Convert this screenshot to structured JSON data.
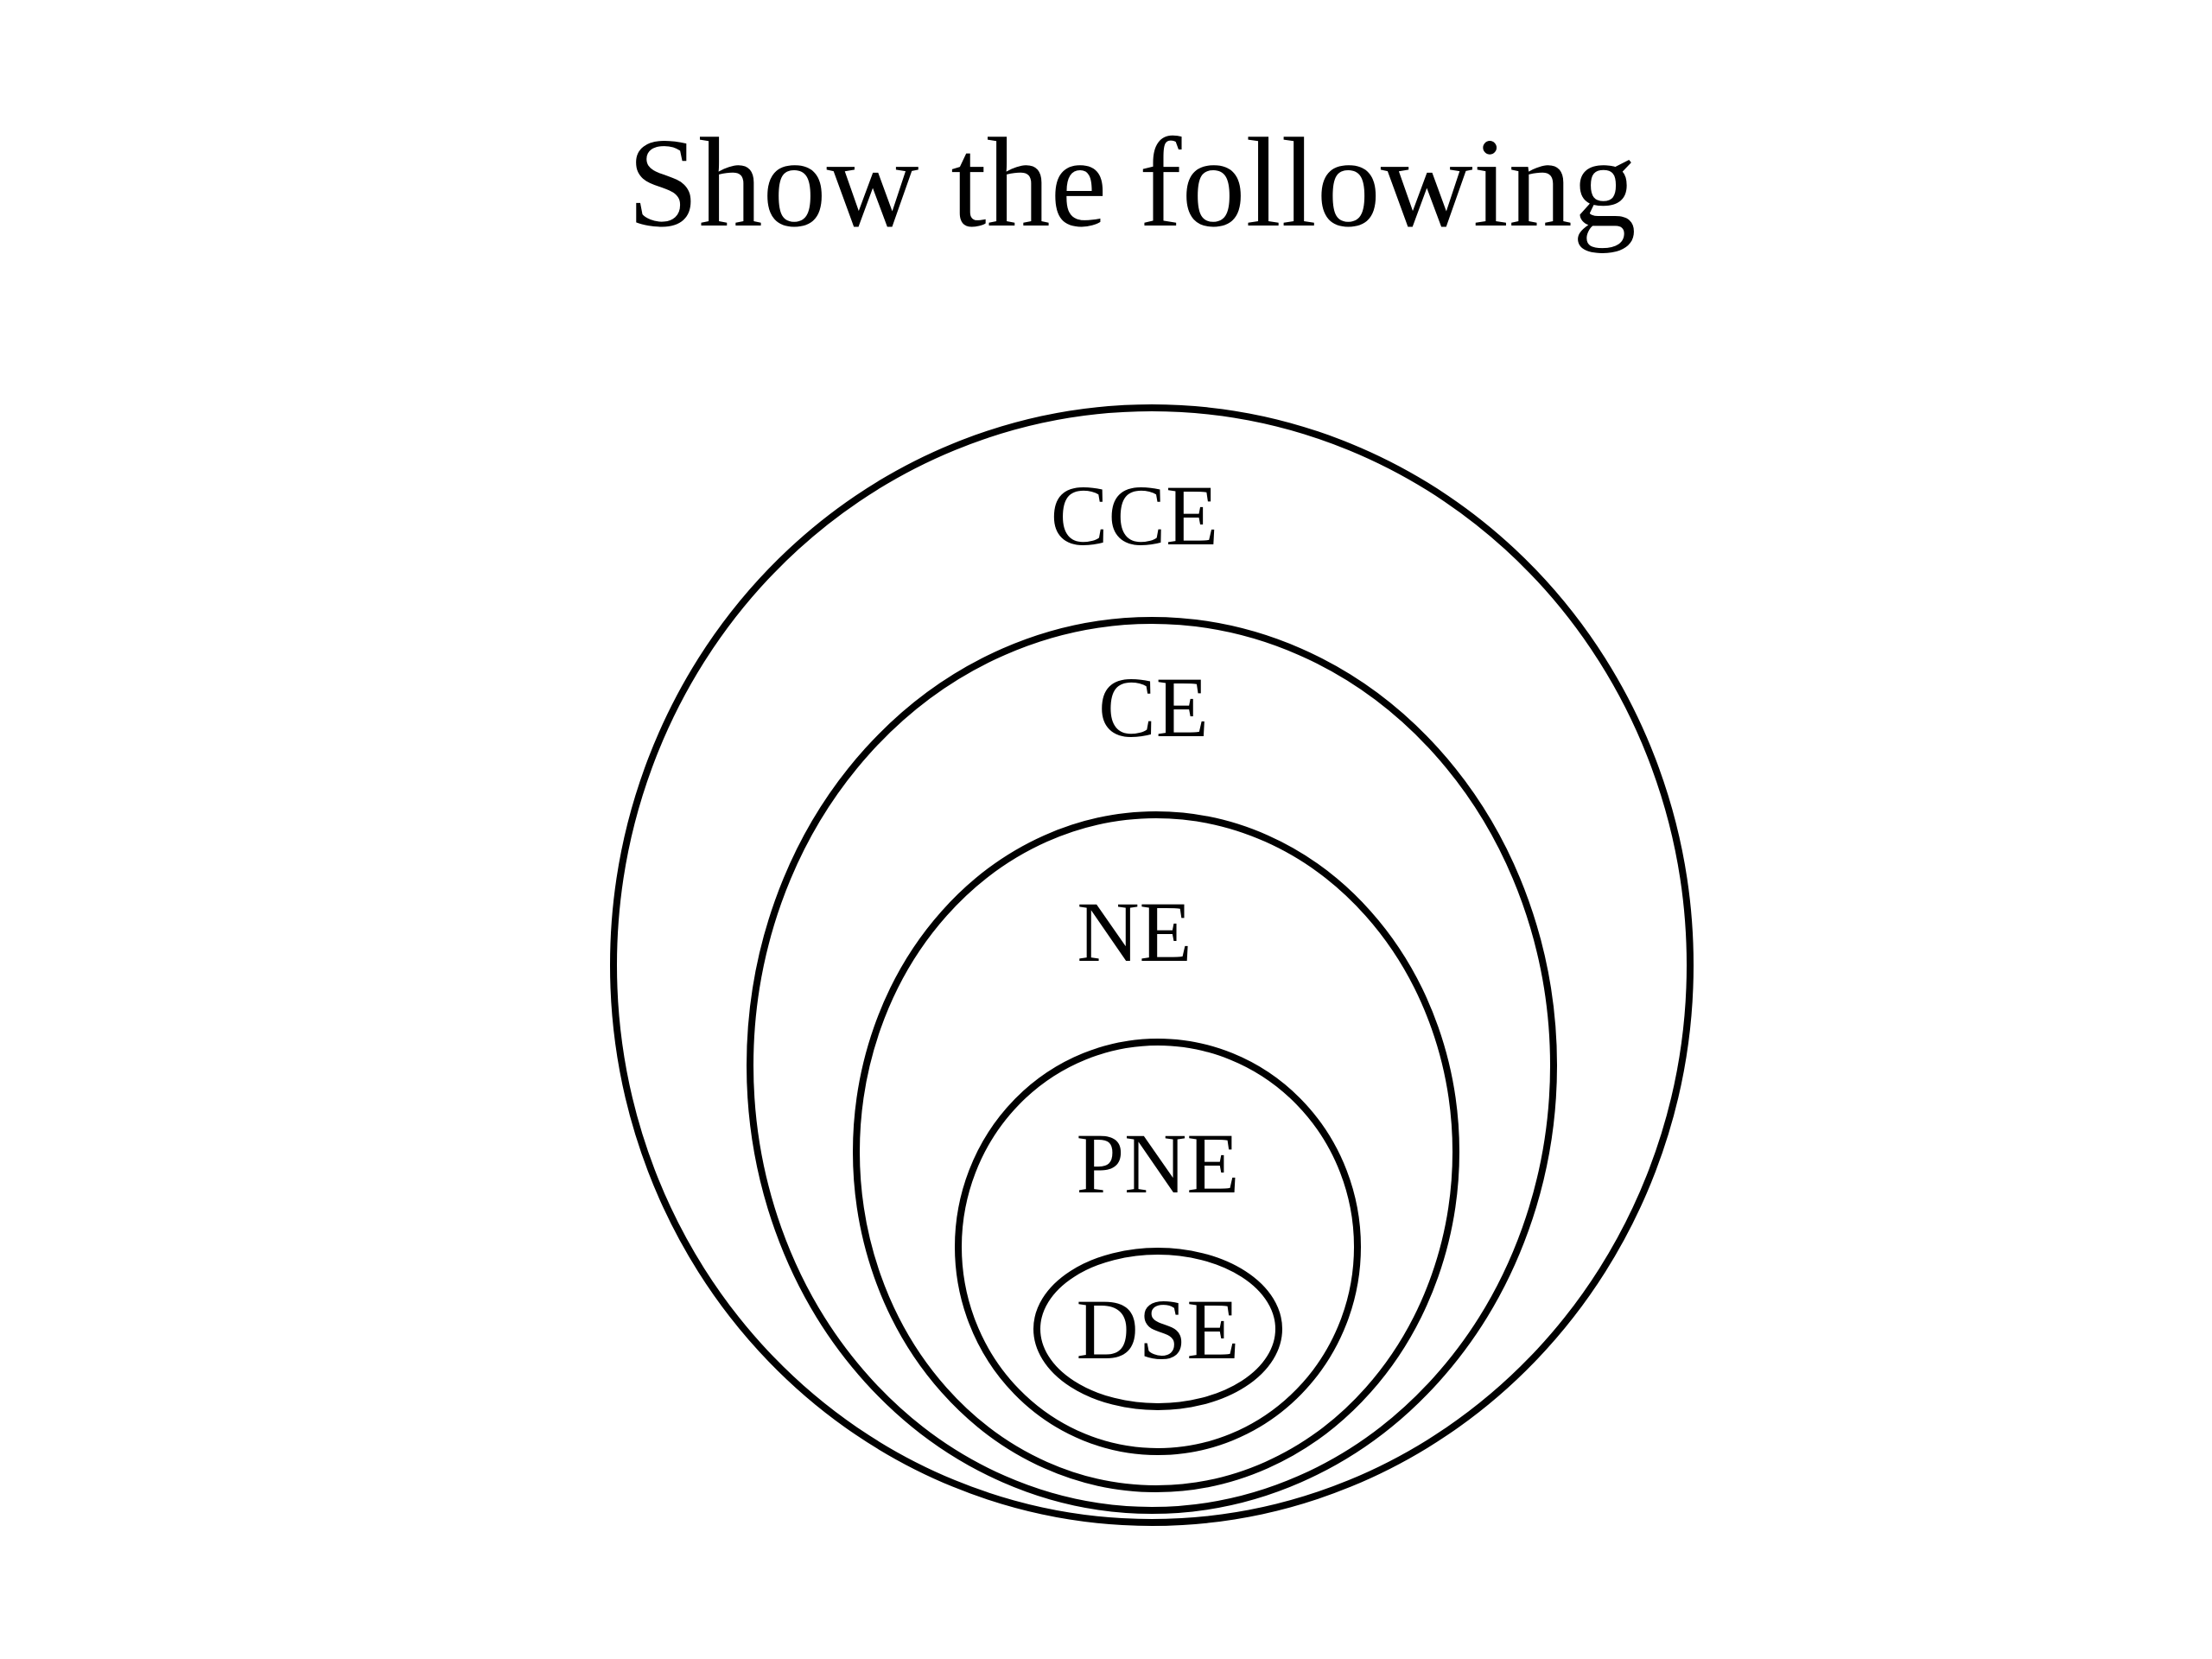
{
  "title": "Show the following",
  "sets": [
    {
      "id": "cce",
      "label": "CCE"
    },
    {
      "id": "ce",
      "label": "CE"
    },
    {
      "id": "ne",
      "label": "NE"
    },
    {
      "id": "pne",
      "label": "PNE"
    },
    {
      "id": "dse",
      "label": "DSE"
    }
  ]
}
